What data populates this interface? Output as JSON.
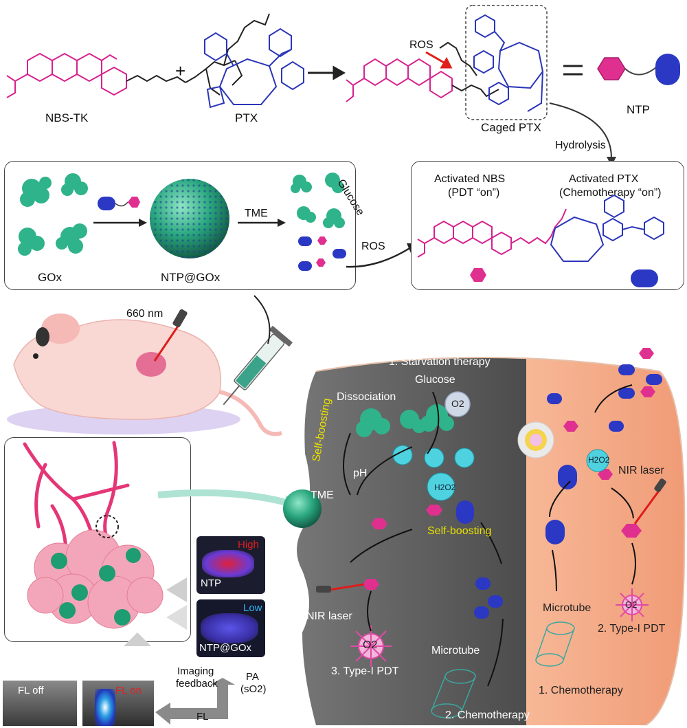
{
  "top_row": {
    "nbs_tk": "NBS-TK",
    "ptx": "PTX",
    "plus": "+",
    "ros": "ROS",
    "caged_ptx": "Caged PTX",
    "equals": "=",
    "ntp": "NTP",
    "hydrolysis": "Hydrolysis"
  },
  "assembly": {
    "gox": "GOx",
    "ntp_gox": "NTP@GOx",
    "tme": "TME",
    "glucose": "Glucose",
    "ros": "ROS"
  },
  "activation": {
    "nbs_line1": "Activated NBS",
    "nbs_line2": "(PDT “on”)",
    "ptx_line1": "Activated PTX",
    "ptx_line2": "(Chemotherapy “on”)"
  },
  "mouse": {
    "wavelength": "660 nm"
  },
  "imaging": {
    "ntp": "NTP",
    "high": "High",
    "ntp_gox": "NTP@GOx",
    "low": "Low",
    "fl_off": "FL off",
    "fl_on": "FL on",
    "feedback_line1": "Imaging",
    "feedback_line2": "feedback",
    "pa_line1": "PA",
    "pa_line2": "(sO2)",
    "fl": "FL"
  },
  "cell_left": {
    "starvation": "1. Starvation therapy",
    "glucose": "Glucose",
    "o2": "O2",
    "dissociation": "Dissociation",
    "self_boosting_v": "Self-boosting",
    "ph": "pH",
    "tme": "TME",
    "h2o2": "H2O2",
    "self_boosting": "Self-boosting",
    "nir_laser": "NIR laser",
    "type1_pdt": "3. Type-I PDT",
    "o2_radical": "O2",
    "microtube": "Microtube",
    "chemotherapy": "2. Chemotherapy"
  },
  "cell_right": {
    "h2o2": "H2O2",
    "nir_laser": "NIR laser",
    "microtube": "Microtube",
    "o2_radical": "O2",
    "type1_pdt": "2. Type-I PDT",
    "chemotherapy": "1. Chemotherapy"
  },
  "colors": {
    "nbs_magenta": "#d6218f",
    "ptx_blue": "#2a35b8",
    "gox_green": "#2fb38a",
    "cell_gray": "#5e5e5e",
    "cell_orange": "#f2a27c",
    "label_yellow": "#e8e000"
  }
}
